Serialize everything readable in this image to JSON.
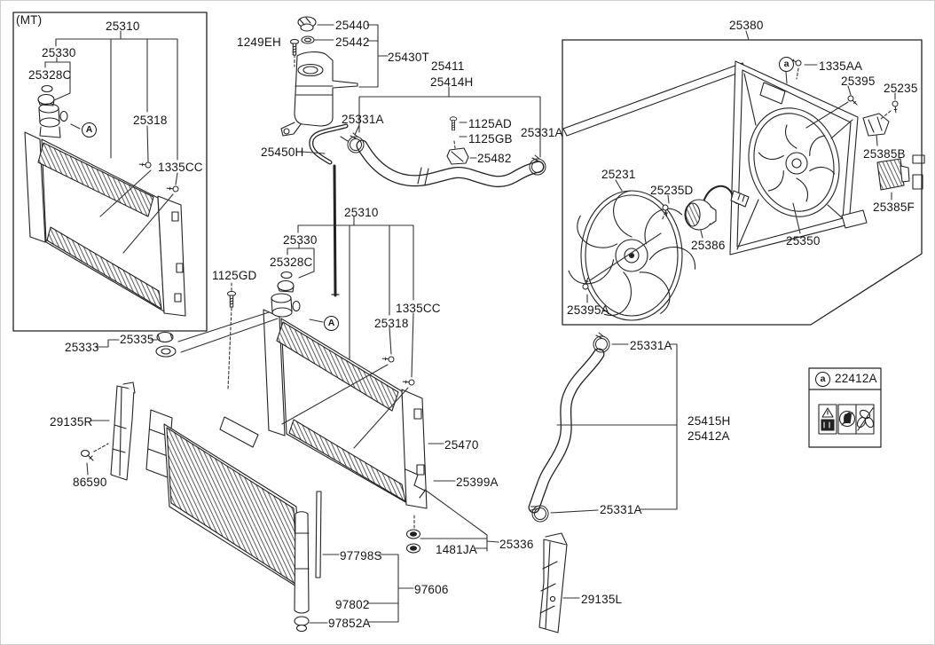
{
  "notes": {
    "mt": "(MT)"
  },
  "refs": {
    "A": "A",
    "a": "a"
  },
  "legend": {
    "ref": "a",
    "part": "22412A",
    "icons": [
      "caution-label-icon",
      "no-touch-icon",
      "rotating-fan-warning-icon"
    ]
  },
  "parts": {
    "p25310": "25310",
    "p25330": "25330",
    "p25328C": "25328C",
    "p25318": "25318",
    "p1335CC": "1335CC",
    "p25333": "25333",
    "p25335": "25335",
    "p1125GD": "1125GD",
    "p25440": "25440",
    "p25442": "25442",
    "p1249EH": "1249EH",
    "p25430T": "25430T",
    "p25450H": "25450H",
    "p25411": "25411",
    "p25414H": "25414H",
    "p25331A": "25331A",
    "p1125AD": "1125AD",
    "p1125GB": "1125GB",
    "p25482": "25482",
    "p25470": "25470",
    "p25399A": "25399A",
    "p25336": "25336",
    "p1481JA": "1481JA",
    "p29135R": "29135R",
    "p86590": "86590",
    "p97798S": "97798S",
    "p97606": "97606",
    "p97802": "97802",
    "p97852A": "97852A",
    "p25415H": "25415H",
    "p25412A": "25412A",
    "p29135L": "29135L",
    "p25380": "25380",
    "p1335AA": "1335AA",
    "p25395": "25395",
    "p25235": "25235",
    "p25385B": "25385B",
    "p25385F": "25385F",
    "p25231": "25231",
    "p25235D": "25235D",
    "p25386": "25386",
    "p25350": "25350",
    "p25395A": "25395A",
    "p22412A": "22412A"
  }
}
